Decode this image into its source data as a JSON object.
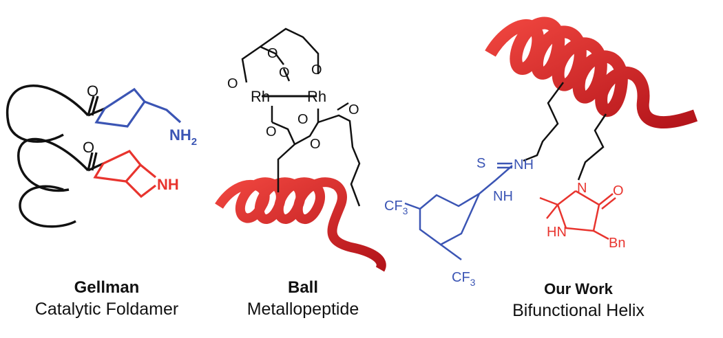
{
  "colors": {
    "black": "#111111",
    "blue": "#3b55b4",
    "red": "#e8342e",
    "helix": "#e01f26"
  },
  "panels": [
    {
      "title": "Gellman",
      "subtitle": "Catalytic Foldamer",
      "atoms": {
        "o1": "O",
        "o2": "O",
        "nh2": "NH",
        "nh2_sub": "2",
        "nh": "NH"
      }
    },
    {
      "title": "Ball",
      "subtitle": "Metallopeptide",
      "atoms": {
        "rh1": "Rh",
        "rh2": "Rh",
        "o": "O"
      }
    },
    {
      "title": "Our Work",
      "subtitle": "Bifunctional Helix",
      "atoms": {
        "s": "S",
        "nh_a": "NH",
        "nh_b": "NH",
        "cf3": "CF",
        "cf3_sub": "3",
        "n": "N",
        "o": "O",
        "hn": "HN",
        "bn": "Bn"
      }
    }
  ]
}
